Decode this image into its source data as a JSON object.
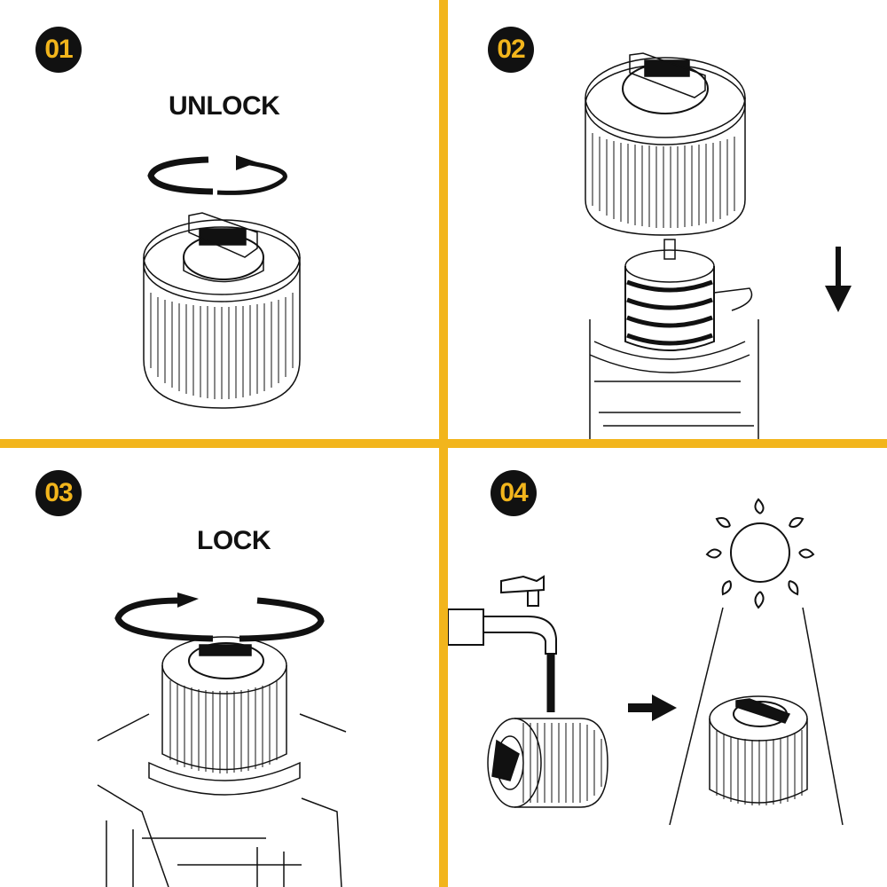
{
  "colors": {
    "accent": "#F2B51C",
    "ink": "#111111",
    "paper": "#FFFFFF"
  },
  "steps": [
    {
      "number": "01",
      "label": "UNLOCK",
      "icons": [
        "counterclockwise-arrow-icon",
        "cartridge-filter-icon"
      ]
    },
    {
      "number": "02",
      "label": "",
      "icons": [
        "cartridge-filter-icon",
        "filter-cage-icon",
        "down-arrow-icon"
      ]
    },
    {
      "number": "03",
      "label": "LOCK",
      "icons": [
        "clockwise-arrow-icon",
        "mounted-filter-icon"
      ]
    },
    {
      "number": "04",
      "label": "",
      "icons": [
        "water-faucet-icon",
        "right-arrow-icon",
        "sun-icon",
        "drying-filter-icon"
      ]
    }
  ]
}
